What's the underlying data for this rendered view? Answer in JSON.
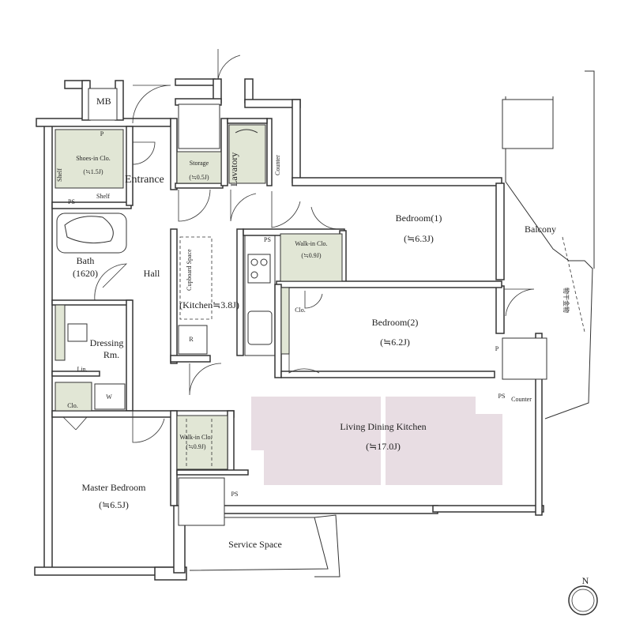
{
  "rooms": {
    "mb": "MB",
    "shoes_closet": "Shoes-in Clo.",
    "shoes_closet_size": "(≒1.5J)",
    "shelf_left": "Shelf",
    "shelf_bottom": "Shelf",
    "ps_shoes": "PS",
    "p_shoes": "P",
    "entrance": "Entrance",
    "storage": "Storage",
    "storage_size": "(≒0.5J)",
    "lavatory": "Lavatory",
    "counter_lavatory": "Counter",
    "bedroom1": "Bedroom(1)",
    "bedroom1_size": "(≒6.3J)",
    "balcony": "Balcony",
    "balcony_note": "物干金物",
    "ps_kitchen": "PS",
    "walkin_bed1": "Walk-in Clo.",
    "walkin_bed1_size": "(≒0.9J)",
    "bath": "Bath",
    "bath_size": "(1620)",
    "hall": "Hall",
    "cupboard": "Cupboard Space",
    "kitchen": "(Kitchen≒3.8J)",
    "refrigerator": "R",
    "closet_bed2": "Clo.",
    "bedroom2": "Bedroom(2)",
    "bedroom2_size": "(≒6.2J)",
    "p_right": "P",
    "ps_right": "PS",
    "counter_right": "Counter",
    "dressing": "Dressing",
    "dressing2": "Rm.",
    "linen": "Lin.",
    "washer": "W",
    "closet_master": "Clo.",
    "ldk": "Living Dining Kitchen",
    "ldk_size": "(≒17.0J)",
    "walkin_master": "Walk-in Clo.",
    "walkin_master_size": "(≒0.9J)",
    "master": "Master Bedroom",
    "master_size": "(≒6.5J)",
    "ps_master": "PS",
    "service": "Service Space"
  },
  "compass": {
    "label": "N"
  }
}
